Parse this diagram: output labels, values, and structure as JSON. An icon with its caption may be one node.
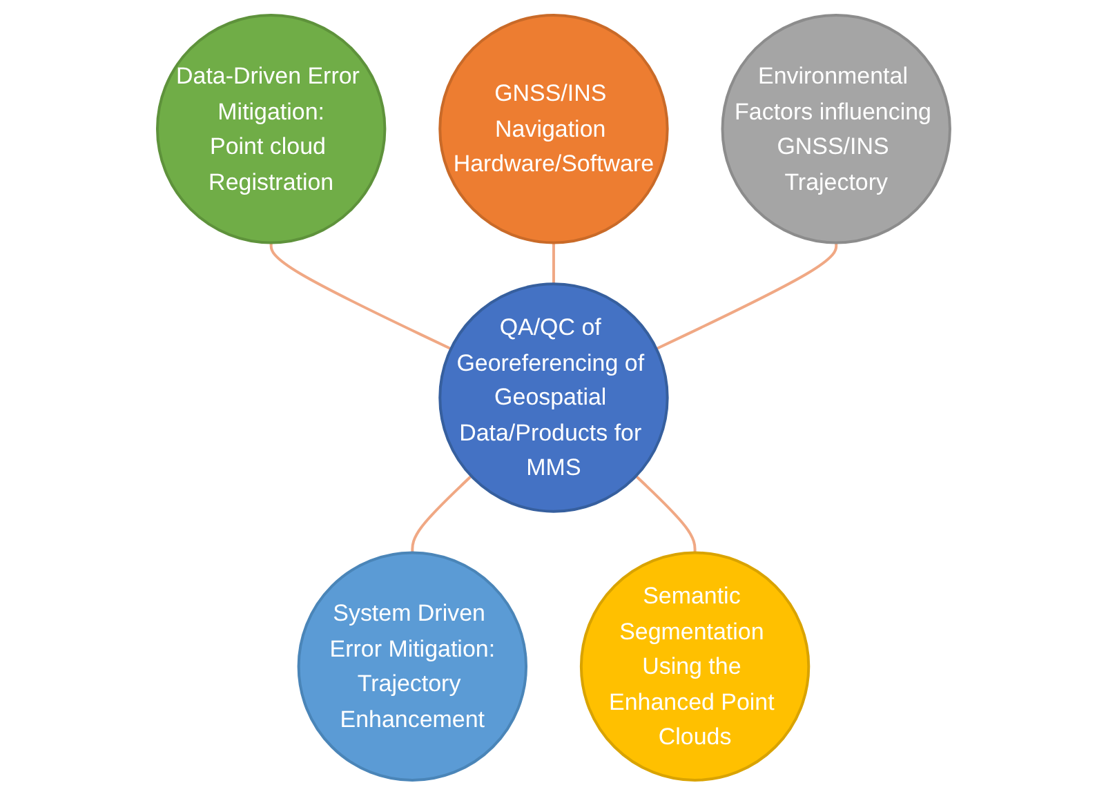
{
  "diagram": {
    "nodes": [
      {
        "text": [
          "GNSS/INS Navigation Hardware/Software"
        ]
      },
      {
        "text": [
          "Data-Driven Error Mitigation:",
          "Point cloud Registration"
        ]
      },
      {
        "text": [
          "Environmental Factors influencing GNSS/INS Trajectory"
        ]
      },
      {
        "text": [
          "QA/QC of Georeferencing of Geospatial Data/Products for MMS"
        ]
      },
      {
        "text": [
          "System Driven Error Mitigation:",
          "Trajectory Enhancement"
        ]
      },
      {
        "text": [
          "Semantic Segmentation Using the Enhanced Point Clouds"
        ]
      }
    ],
    "edges": [
      {
        "from": 1,
        "to": 3,
        "arrow": "none"
      },
      {
        "from": 0,
        "to": 3,
        "arrow": "none"
      },
      {
        "from": 2,
        "to": 3,
        "arrow": "none"
      },
      {
        "from": 3,
        "to": 4,
        "arrow": "none"
      },
      {
        "from": 3,
        "to": 5,
        "arrow": "none"
      }
    ]
  }
}
